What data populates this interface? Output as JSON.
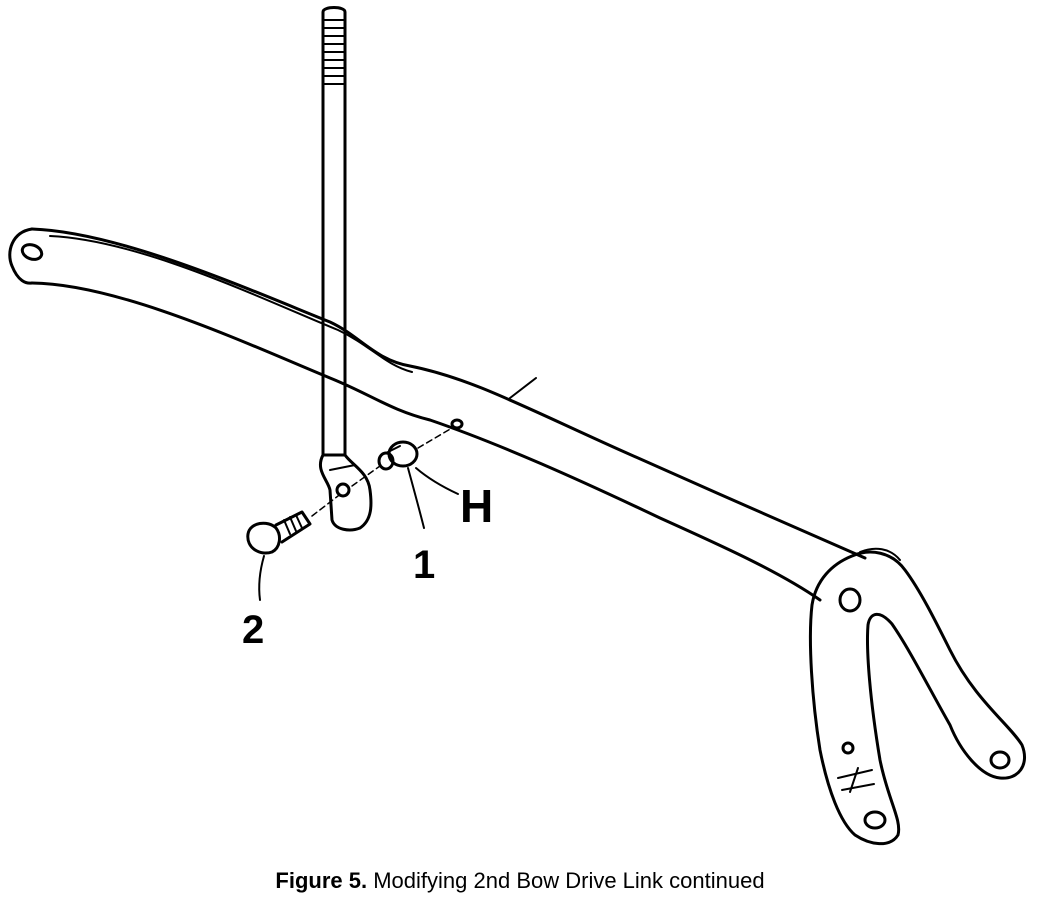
{
  "labels": {
    "hole": "H",
    "part_1": "1",
    "part_2": "2"
  },
  "caption": {
    "figure_number": "Figure 5.",
    "text": "Modifying 2nd Bow Drive Link continued"
  }
}
